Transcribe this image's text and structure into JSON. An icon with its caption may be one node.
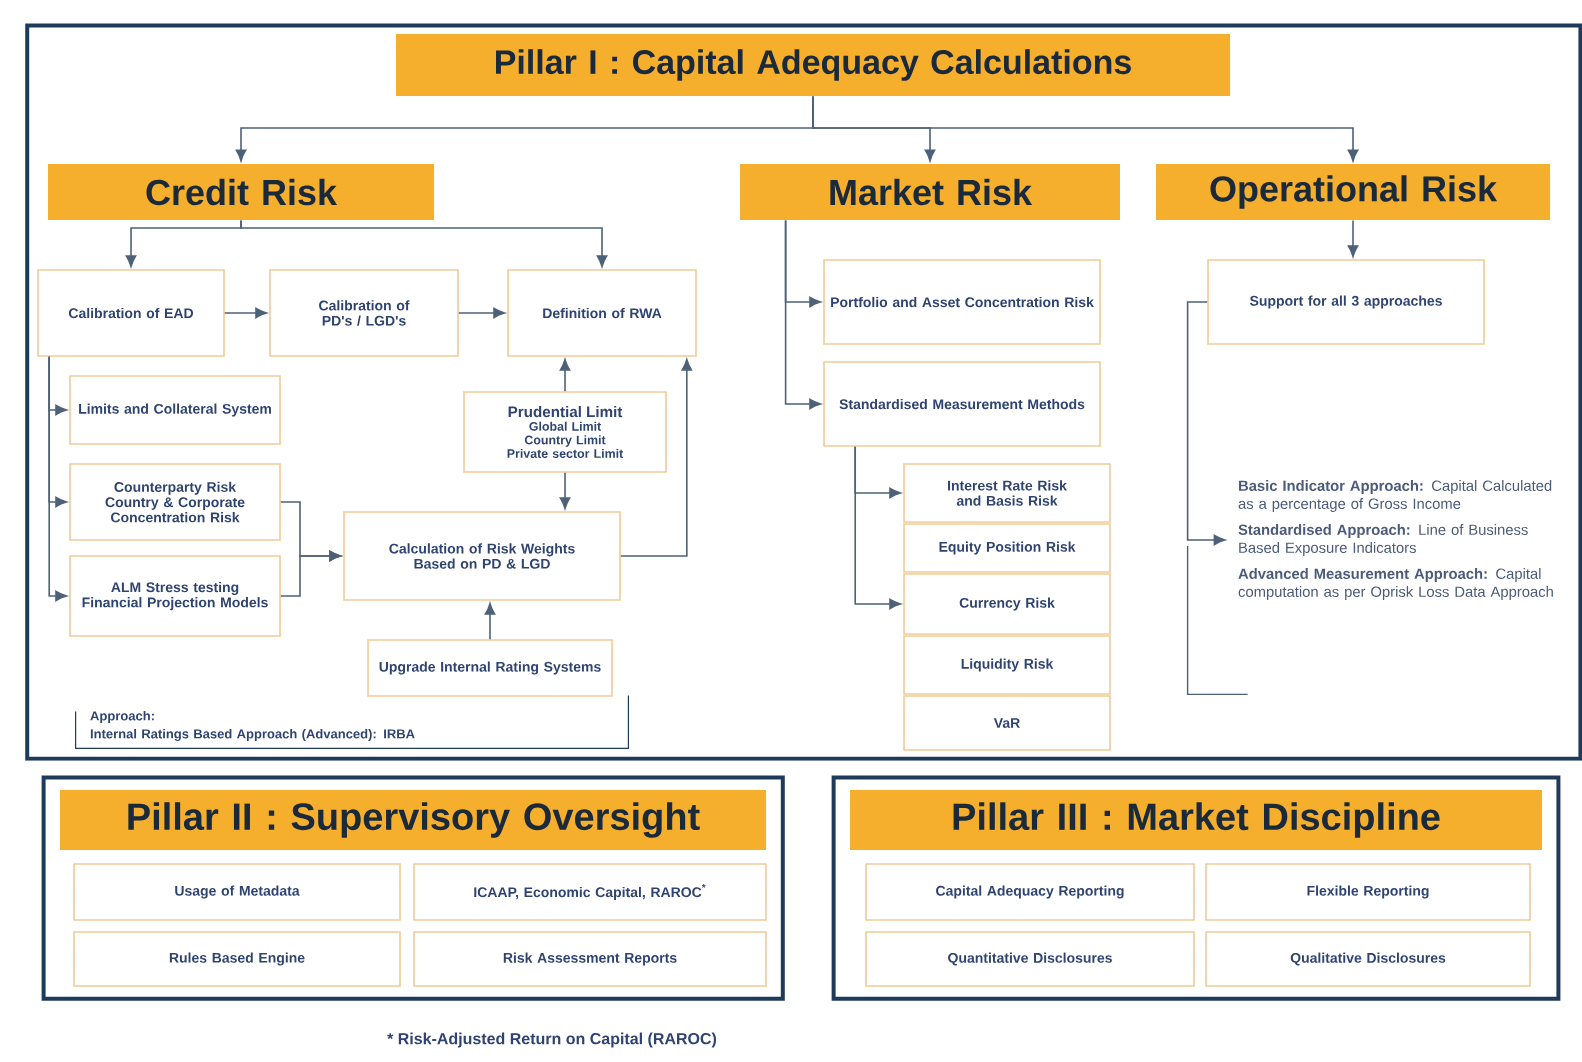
{
  "diagram": {
    "nodes": [
      {
        "text": [],
        "shape": "box"
      },
      {
        "text": [
          "Pillar I : Capital Adequacy Calculations"
        ],
        "in": 0
      },
      {
        "text": [
          "Credit Risk"
        ],
        "in": 0
      },
      {
        "text": [
          "Market Risk"
        ],
        "in": 0
      },
      {
        "text": [
          "Operational Risk"
        ],
        "in": 0
      },
      {
        "text": [
          "Calibration of EAD"
        ],
        "in": 0
      },
      {
        "text": [
          "Calibration of PD's / LGD's"
        ],
        "in": 0
      },
      {
        "text": [
          "Definition of RWA"
        ],
        "in": 0
      },
      {
        "text": [
          "Limits and Collateral System"
        ],
        "in": 0
      },
      {
        "text": [
          "Prudential Limit",
          "Global Limit",
          "Country Limit",
          "Private sector Limit"
        ],
        "in": 0
      },
      {
        "text": [
          "Counterparty Risk Country & Corporate Concentration Risk"
        ],
        "in": 0
      },
      {
        "text": [
          "Calculation of Risk Weights Based on PD & LGD"
        ],
        "in": 0
      },
      {
        "text": [
          "ALM Stress testing Financial Projection Models"
        ],
        "in": 0
      },
      {
        "text": [
          "Upgrade Internal Rating Systems"
        ],
        "in": 0
      },
      {
        "text": [
          "Approach:",
          "Internal Ratings Based Approach (Advanced): IRBA"
        ],
        "in": 0
      },
      {
        "text": [
          "Portfolio and Asset Concentration Risk"
        ],
        "in": 0
      },
      {
        "text": [
          "Standardised Measurement Methods"
        ],
        "in": 0
      },
      {
        "text": [
          "Interest Rate Risk and Basis Risk"
        ],
        "in": 0
      },
      {
        "text": [
          "Equity Position Risk"
        ],
        "in": 0
      },
      {
        "text": [
          "Currency Risk"
        ],
        "in": 0
      },
      {
        "text": [
          "Liquidity Risk"
        ],
        "in": 0
      },
      {
        "text": [
          "VaR"
        ],
        "in": 0
      },
      {
        "text": [
          "Support for all 3 approaches"
        ],
        "in": 0
      },
      {
        "text": [
          "**Basic Indicator Approach:** Capital Calculated as a percentage of Gross Income",
          "**Standardised Approach:** Line of Business Based Exposure Indicators",
          "**Advanced Measurement Approach:** Capital computation as per Oprisk Loss Data Approach"
        ],
        "in": 0
      },
      {
        "text": [],
        "shape": "box"
      },
      {
        "text": [
          "Pillar II : Supervisory Oversight"
        ],
        "in": 24
      },
      {
        "text": [
          "Usage of Metadata"
        ],
        "in": 24
      },
      {
        "text": [
          "ICAAP, Economic Capital, RAROC$^{*}$"
        ],
        "in": 24
      },
      {
        "text": [
          "Rules Based Engine"
        ],
        "in": 24
      },
      {
        "text": [
          "Risk Assessment Reports"
        ],
        "in": 24
      },
      {
        "text": [],
        "shape": "box"
      },
      {
        "text": [
          "Pillar III : Market Discipline"
        ],
        "in": 30
      },
      {
        "text": [
          "Capital Adequacy Reporting"
        ],
        "in": 30
      },
      {
        "text": [
          "Flexible Reporting"
        ],
        "in": 30
      },
      {
        "text": [
          "Quantitative Disclosures"
        ],
        "in": 30
      },
      {
        "text": [
          "Qualitative Disclosures"
        ],
        "in": 30
      }
    ],
    "edges": [
      {
        "from": 1,
        "to": 2,
        "arrow": "to"
      },
      {
        "from": 1,
        "to": 3,
        "arrow": "to"
      },
      {
        "from": 1,
        "to": 4,
        "arrow": "to"
      },
      {
        "from": 2,
        "to": 5,
        "arrow": "to"
      },
      {
        "from": 2,
        "to": 7,
        "arrow": "to"
      },
      {
        "from": 5,
        "to": 6,
        "arrow": "to"
      },
      {
        "from": 6,
        "to": 7,
        "arrow": "to"
      },
      {
        "from": 5,
        "to": 8,
        "arrow": "to"
      },
      {
        "from": 5,
        "to": 10,
        "arrow": "to"
      },
      {
        "from": 5,
        "to": 12,
        "arrow": "to"
      },
      {
        "from": 9,
        "to": 7,
        "arrow": "to"
      },
      {
        "from": 9,
        "to": 11,
        "arrow": "to"
      },
      {
        "from": 10,
        "to": 11,
        "arrow": "to"
      },
      {
        "from": 12,
        "to": 11,
        "arrow": "to"
      },
      {
        "from": 13,
        "to": 11,
        "arrow": "to"
      },
      {
        "from": 11,
        "to": 7,
        "arrow": "to"
      },
      {
        "from": 3,
        "to": 15,
        "arrow": "to"
      },
      {
        "from": 3,
        "to": 16,
        "arrow": "to"
      },
      {
        "from": 16,
        "to": 17,
        "arrow": "to"
      },
      {
        "from": 16,
        "to": 19,
        "arrow": "to"
      },
      {
        "from": 4,
        "to": 22,
        "arrow": "to"
      },
      {
        "from": 22,
        "to": 23,
        "arrow": "to"
      }
    ],
    "labels": [
      "* Risk-Adjusted Return on Capital (RAROC)"
    ]
  }
}
